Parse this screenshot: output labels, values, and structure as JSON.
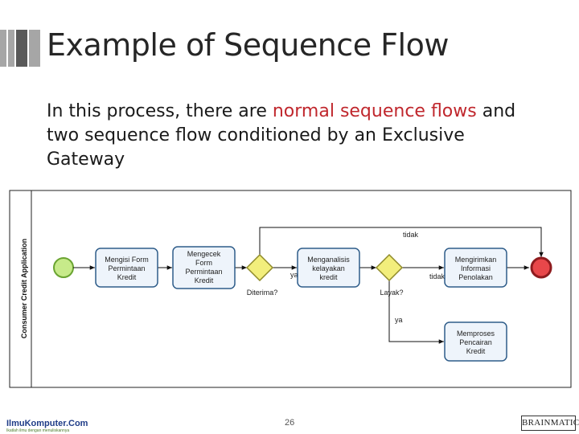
{
  "slide": {
    "title": "Example of Sequence Flow",
    "intro_before": "In this process, there are ",
    "intro_highlight": "normal sequence flows",
    "intro_after": " and two sequence flow conditioned by an Exclusive Gateway",
    "highlight_color": "#c0272d"
  },
  "diagram": {
    "pool_label": "Consumer Credit Application",
    "tasks": {
      "t1": [
        "Mengisi Form",
        "Permintaan",
        "Kredit"
      ],
      "t2": [
        "Mengecek",
        "Form",
        "Permintaan",
        "Kredit"
      ],
      "t3": [
        "Menganalisis",
        "kelayakan",
        "kredit"
      ],
      "t4": [
        "Mengirimkan",
        "Informasi",
        "Penolakan"
      ],
      "t5": [
        "Memproses",
        "Pencairan",
        "Kredit"
      ]
    },
    "gateway1_label": "Diterima?",
    "gateway2_label": "Layak?",
    "flow_labels": {
      "g1_ya": "ya",
      "g2_tidak": "tidak",
      "g2_ya": "ya",
      "top_tidak": "tidak"
    },
    "colors": {
      "task_stroke": "#2f5d8a",
      "task_fill": "#eef4fb",
      "start_fill": "#c7ea8a",
      "start_stroke": "#6aa431",
      "end_fill": "#e8474a",
      "end_stroke": "#8e1b1e",
      "gateway_fill": "#f2ee7c",
      "gateway_stroke": "#8f8a2a"
    }
  },
  "footer": {
    "page_number": "26",
    "left_logo": "IlmuKomputer.Com",
    "left_logo_tagline": "Ikatlah ilmu dengan menuliskannya",
    "right_logo": "BRAINMATICS"
  }
}
